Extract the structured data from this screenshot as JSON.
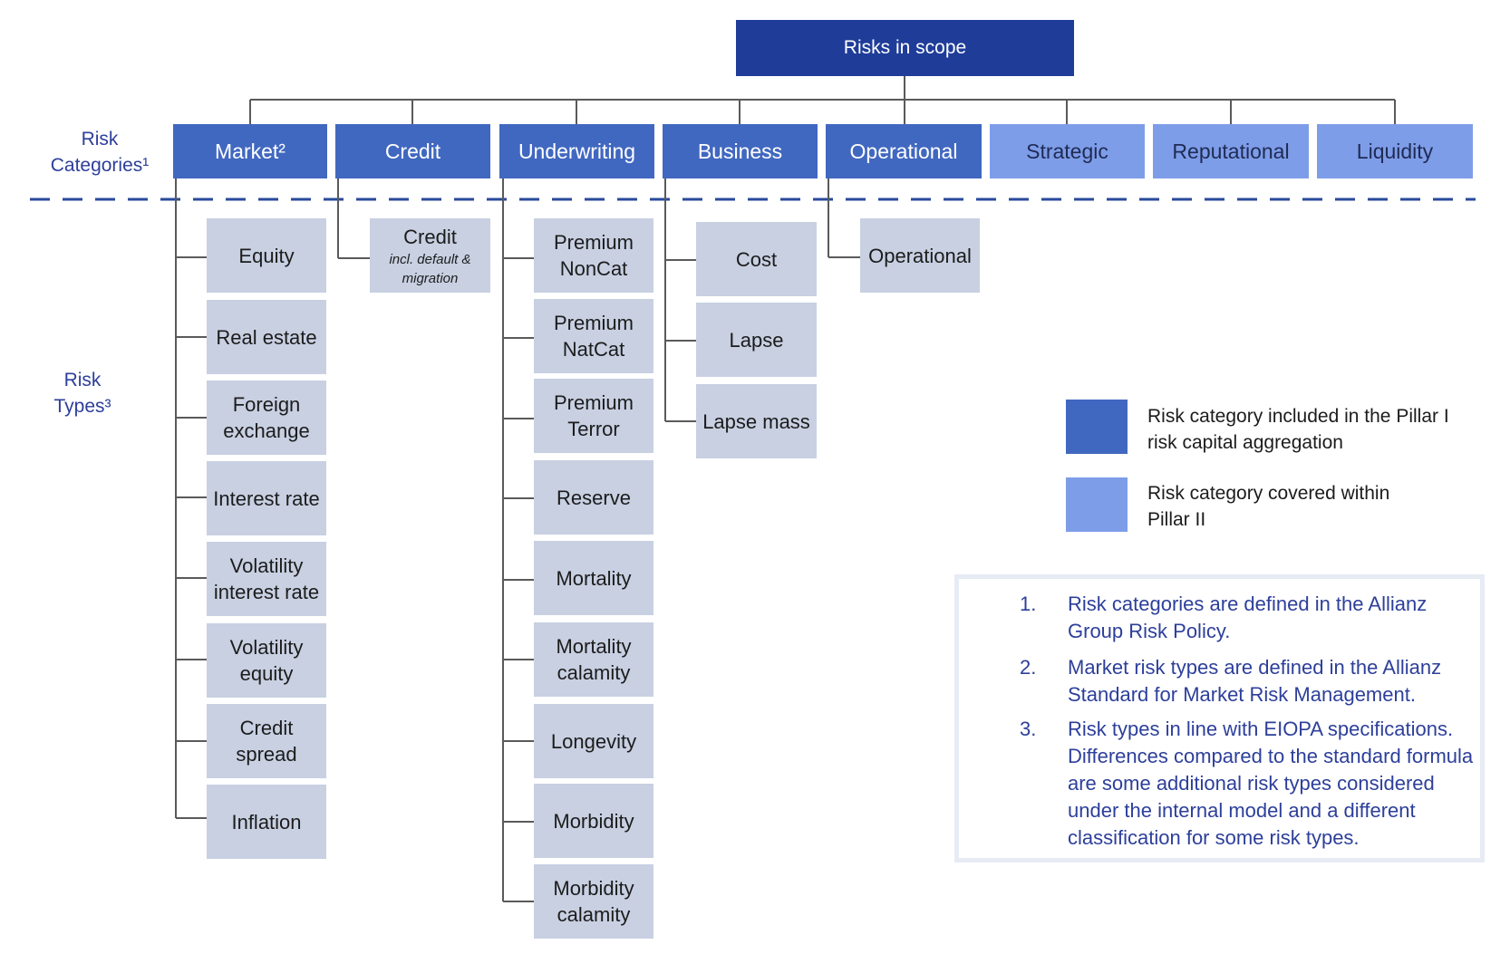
{
  "root": {
    "label": "Risks in scope"
  },
  "side_labels": {
    "categories": "Risk Categories¹",
    "types": "Risk Types³"
  },
  "categories": [
    {
      "label": "Market²",
      "pillar": "I"
    },
    {
      "label": "Credit",
      "pillar": "I"
    },
    {
      "label": "Underwriting",
      "pillar": "I"
    },
    {
      "label": "Business",
      "pillar": "I"
    },
    {
      "label": "Operational",
      "pillar": "I"
    },
    {
      "label": "Strategic",
      "pillar": "II"
    },
    {
      "label": "Reputational",
      "pillar": "II"
    },
    {
      "label": "Liquidity",
      "pillar": "II"
    }
  ],
  "risk_types": {
    "market": [
      "Equity",
      "Real estate",
      "Foreign exchange",
      "Interest rate",
      "Volatility interest rate",
      "Volatility equity",
      "Credit spread",
      "Inflation"
    ],
    "credit": {
      "label": "Credit",
      "note": "incl. default & migration"
    },
    "underwriting": [
      "Premium NonCat",
      "Premium NatCat",
      "Premium Terror",
      "Reserve",
      "Mortality",
      "Mortality calamity",
      "Longevity",
      "Morbidity",
      "Morbidity calamity"
    ],
    "business": [
      "Cost",
      "Lapse",
      "Lapse mass"
    ],
    "operational": [
      "Operational"
    ]
  },
  "legend": [
    {
      "text": "Risk category included in the Pillar I risk capital aggregation",
      "color": "#4168c0"
    },
    {
      "text": "Risk category covered within Pillar II",
      "color": "#7e9de8"
    }
  ],
  "notes": [
    {
      "num": "1.",
      "text": "Risk categories are defined in the Allianz Group Risk Policy."
    },
    {
      "num": "2.",
      "text": "Market risk types are defined in the Allianz Standard for Market Risk Management."
    },
    {
      "num": "3.",
      "text": "Risk types in line with EIOPA specifications. Differences compared to the standard formula are some additional risk types considered under the internal model and a different classification for some risk types."
    }
  ],
  "colors": {
    "root": "#1f3c99",
    "pillar1": "#4168c0",
    "pillar2": "#7e9de8",
    "type_box": "#c8d0e2",
    "label_text": "#2d3f9a"
  }
}
